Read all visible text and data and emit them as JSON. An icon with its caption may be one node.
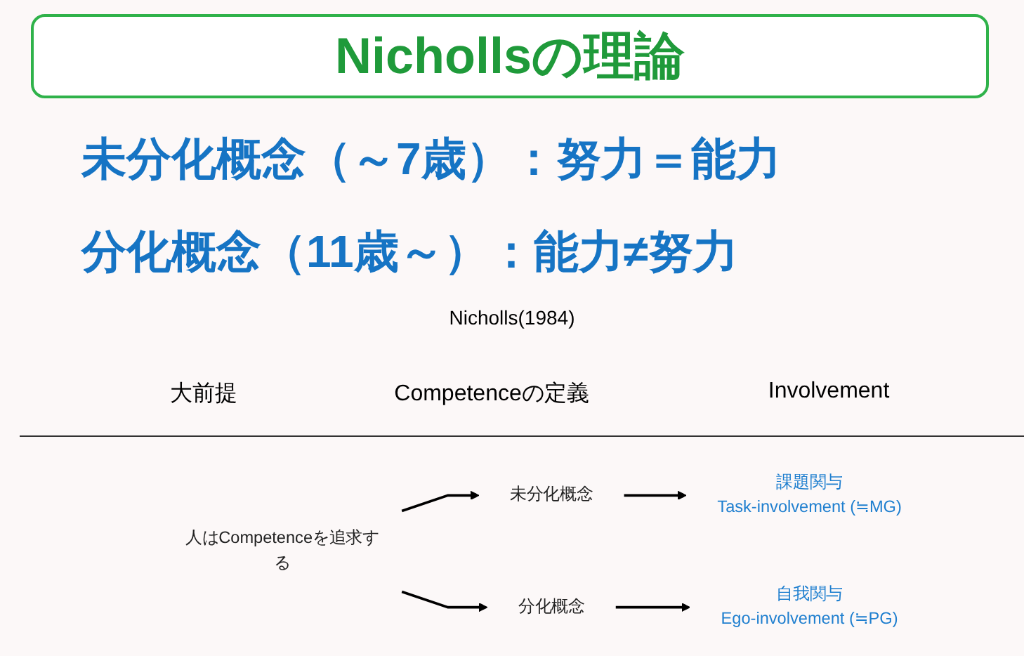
{
  "diagram": {
    "title": "Nichollsの理論",
    "nodes": [
      {
        "text": [
          "人はCompetenceを追求する"
        ]
      },
      {
        "text": [
          "未分化概念"
        ]
      },
      {
        "text": [
          "分化概念"
        ]
      },
      {
        "text": [
          "課題関与",
          "Task-involvement (≒MG)"
        ]
      },
      {
        "text": [
          "自我関与",
          "Ego-involvement (≒PG)"
        ]
      }
    ],
    "edges": [
      {
        "from": 0,
        "to": 1,
        "arrow": "to"
      },
      {
        "from": 0,
        "to": 2,
        "arrow": "to"
      },
      {
        "from": 1,
        "to": 3,
        "arrow": "to"
      },
      {
        "from": 2,
        "to": 4,
        "arrow": "to"
      }
    ],
    "labels": [
      "未分化概念（～7歳）：努力＝能力",
      "分化概念（11歳～）：能力≠努力",
      "Nicholls(1984)",
      "大前提",
      "Competenceの定義",
      "Involvement"
    ]
  }
}
